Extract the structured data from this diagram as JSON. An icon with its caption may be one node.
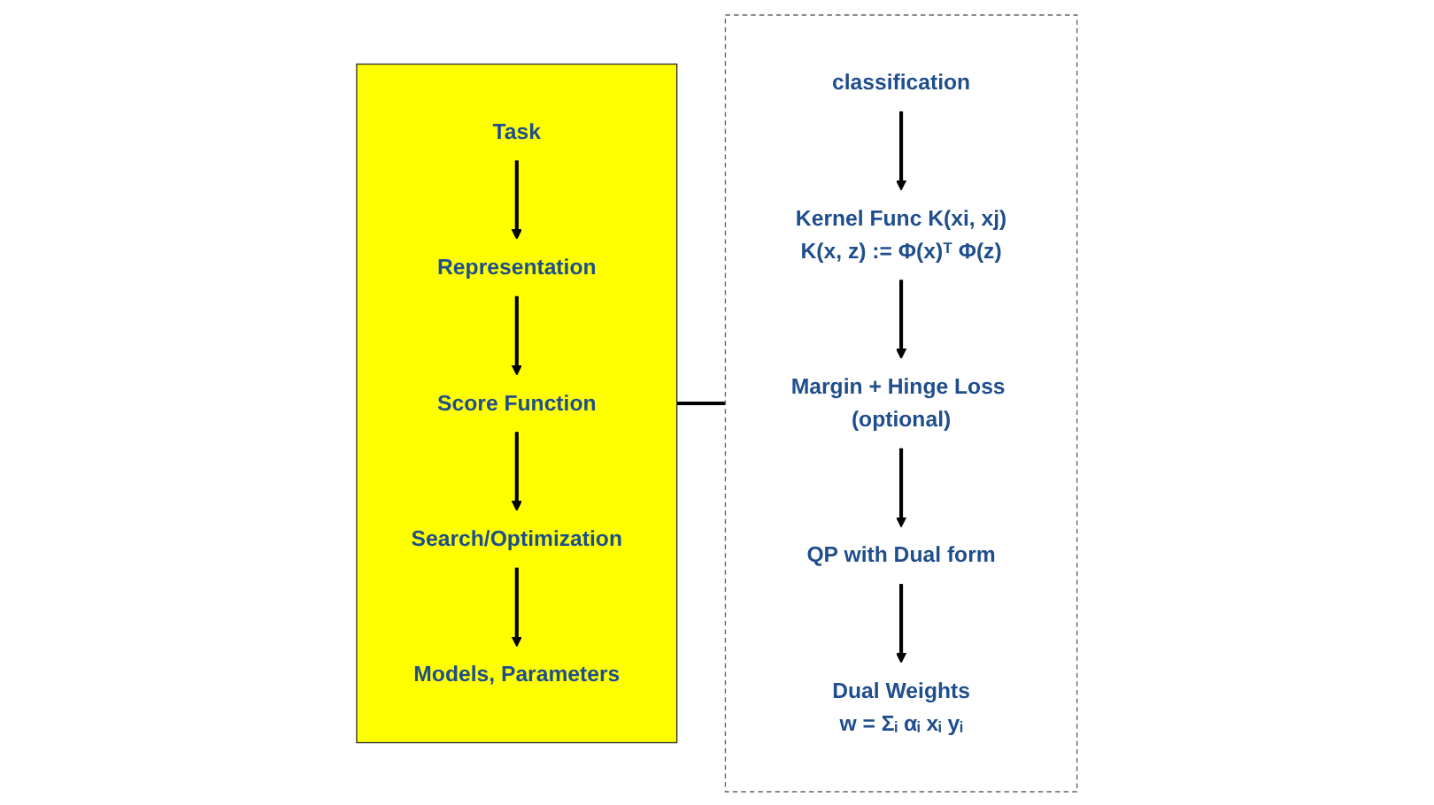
{
  "diagram": {
    "nodes": [
      {
        "text": [],
        "shape": "box"
      },
      {
        "text": [
          "Task"
        ],
        "in": 0
      },
      {
        "text": [
          "Representation"
        ],
        "in": 0
      },
      {
        "text": [
          "Score Function"
        ],
        "in": 0
      },
      {
        "text": [
          "Search/Optimization"
        ],
        "in": 0
      },
      {
        "text": [
          "Models, Parameters"
        ],
        "in": 0
      },
      {
        "text": [],
        "shape": "box"
      },
      {
        "text": [
          "classification"
        ],
        "in": 6
      },
      {
        "text": [
          "Kernel Func K(xi, xj)"
        ],
        "in": 6,
        "beside": [
          "K(x, z) := Φ(x)ᵀ Φ(z)"
        ]
      },
      {
        "text": [
          "Margin + Hinge Loss (optional)"
        ],
        "in": 6
      },
      {
        "text": [
          "QP with Dual form"
        ],
        "in": 6
      },
      {
        "text": [
          "Dual Weights"
        ],
        "in": 6,
        "beside": [
          "w = Σᵢ αᵢ xᵢ yᵢ"
        ]
      }
    ],
    "edges": [
      {
        "from": 1,
        "to": 2,
        "arrow": "to"
      },
      {
        "from": 2,
        "to": 3,
        "arrow": "to"
      },
      {
        "from": 3,
        "to": 4,
        "arrow": "to"
      },
      {
        "from": 4,
        "to": 5,
        "arrow": "to"
      },
      {
        "from": 0,
        "to": 6,
        "arrow": "none"
      },
      {
        "from": 7,
        "to": 8,
        "arrow": "to"
      },
      {
        "from": 8,
        "to": 9,
        "arrow": "to"
      },
      {
        "from": 9,
        "to": 10,
        "arrow": "to"
      },
      {
        "from": 10,
        "to": 11,
        "arrow": "to"
      }
    ]
  }
}
